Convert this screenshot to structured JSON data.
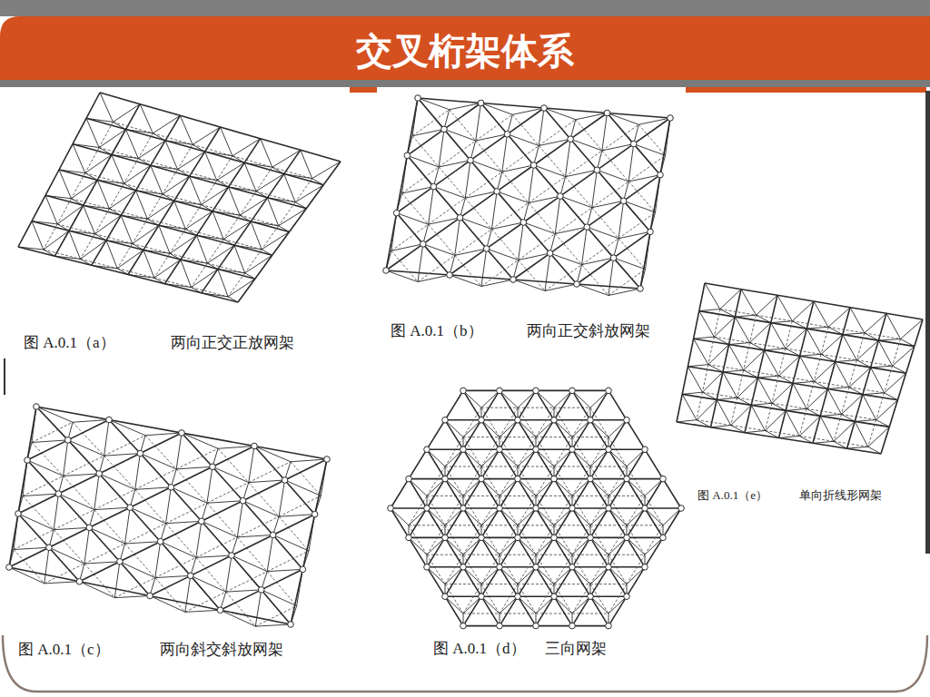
{
  "diagram": {
    "title": "交叉桁架体系",
    "labels": [
      "图 A.0.1（a）",
      "两向正交正放网架",
      "图 A.0.1（b）",
      "两向正交斜放网架",
      "图 A.0.1（e）",
      "单向折线形网架",
      "图 A.0.1（c）",
      "两向斜交斜放网架",
      "图 A.0.1（d）",
      "三向网架"
    ]
  }
}
